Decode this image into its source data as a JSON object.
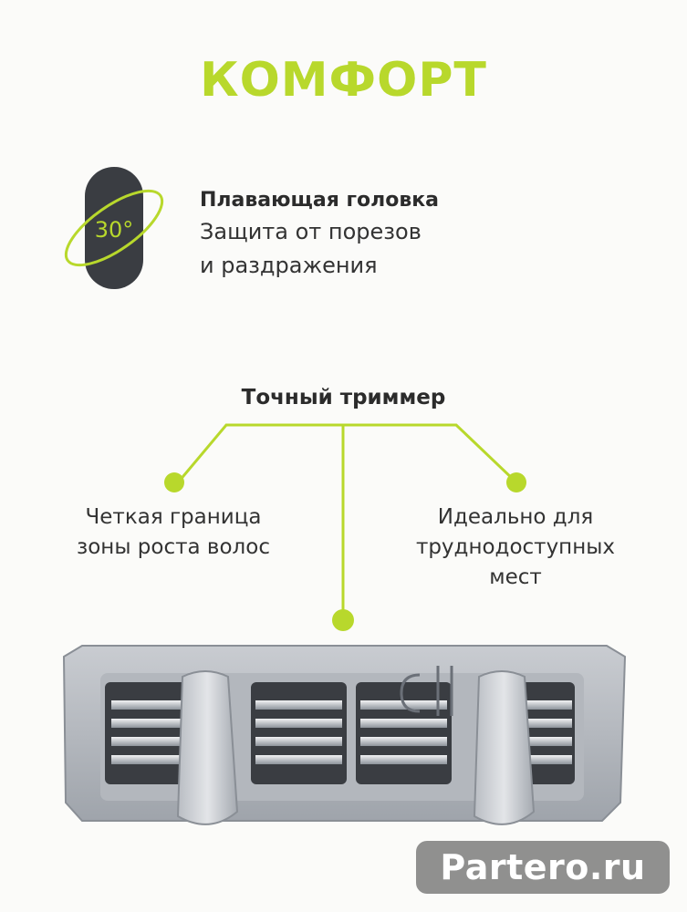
{
  "title": "КОМФОРТ",
  "feature": {
    "angle_badge": "30°",
    "heading": "Плавающая головка",
    "lines": [
      "Защита от порезов",
      "и раздражения"
    ]
  },
  "trimmer": {
    "title": "Точный триммер",
    "left_callout": [
      "Четкая граница",
      "зоны роста волос"
    ],
    "right_callout": [
      "Идеально для",
      "труднодоступных",
      "мест"
    ]
  },
  "watermark": "Partero.ru",
  "colors": {
    "accent": "#b8d82c",
    "dark": "#3a3d42",
    "text": "#2b2b2b"
  }
}
